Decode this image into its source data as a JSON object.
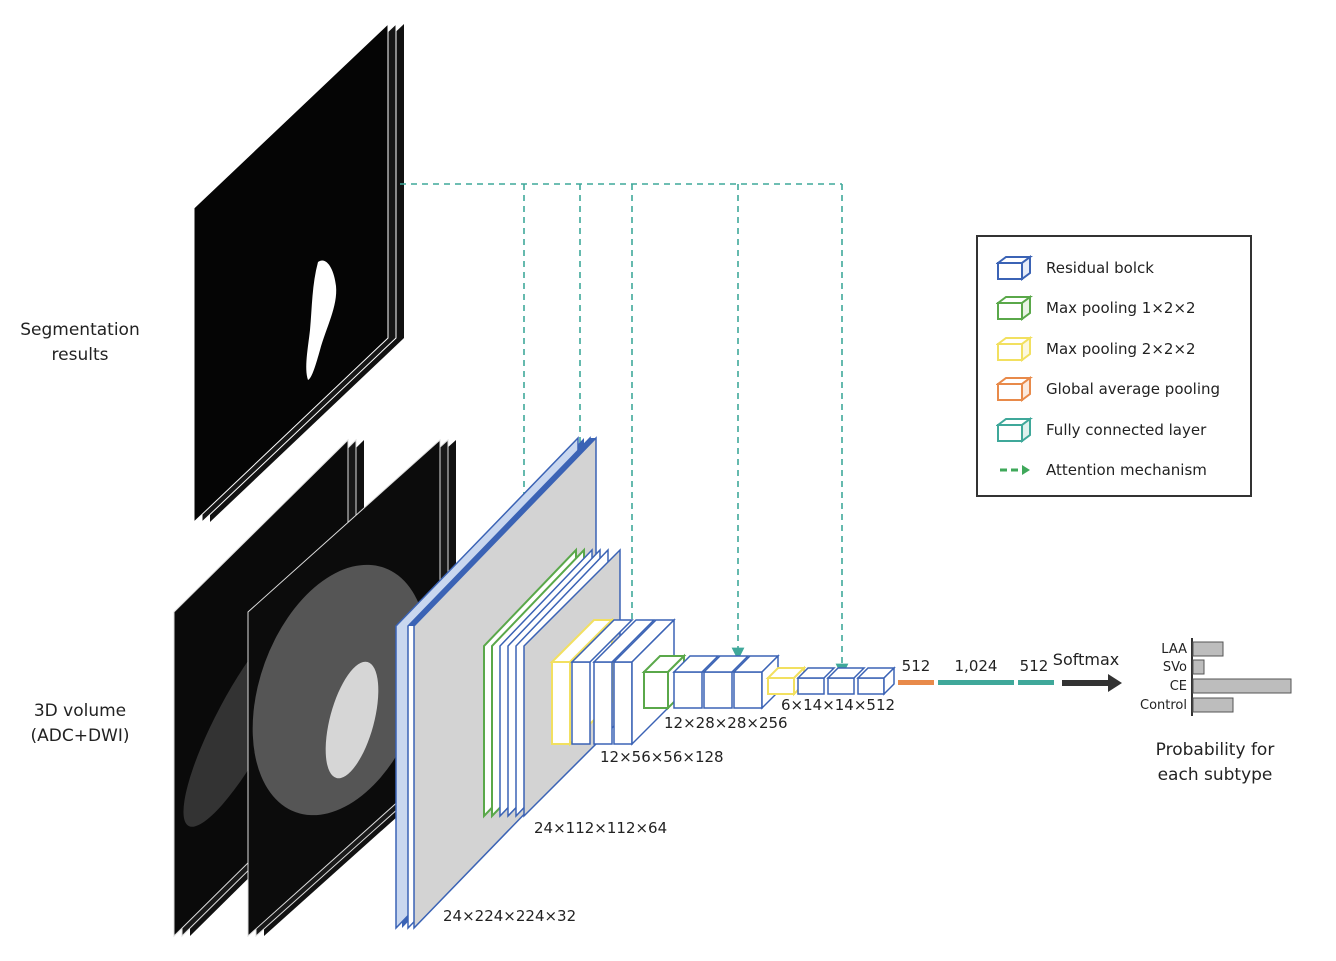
{
  "labels": {
    "segmentation": "Segmentation\nresults",
    "volume": "3D volume\n(ADC+DWI)",
    "probability": "Probability for\neach subtype"
  },
  "dimensions": {
    "d1": "24×224×224×32",
    "d2": "24×112×112×64",
    "d3": "12×56×56×128",
    "d4": "12×28×28×256",
    "d5": "6×14×14×512"
  },
  "fc": {
    "n1": "512",
    "n2": "1,024",
    "n3": "512",
    "softmax": "Softmax"
  },
  "subtypes": [
    "LAA",
    "SVo",
    "CE",
    "Control"
  ],
  "legend": [
    {
      "label": "Residual bolck",
      "color": "#3b63b5",
      "type": "box"
    },
    {
      "label": "Max pooling 1×2×2",
      "color": "#5aa84a",
      "type": "box"
    },
    {
      "label": "Max pooling 2×2×2",
      "color": "#f2e060",
      "type": "box"
    },
    {
      "label": "Global average pooling",
      "color": "#e88a4a",
      "type": "box"
    },
    {
      "label": "Fully connected layer",
      "color": "#3fa89a",
      "type": "box"
    },
    {
      "label": "Attention mechanism",
      "color": "#3fa85a",
      "type": "arrow"
    }
  ],
  "colors": {
    "residual": "#3b63b5",
    "maxpool1": "#5aa84a",
    "maxpool2": "#f2e060",
    "gap": "#e88a4a",
    "fc": "#3fa89a",
    "attention": "#3fa89a",
    "bar": "#bdbdbd"
  }
}
